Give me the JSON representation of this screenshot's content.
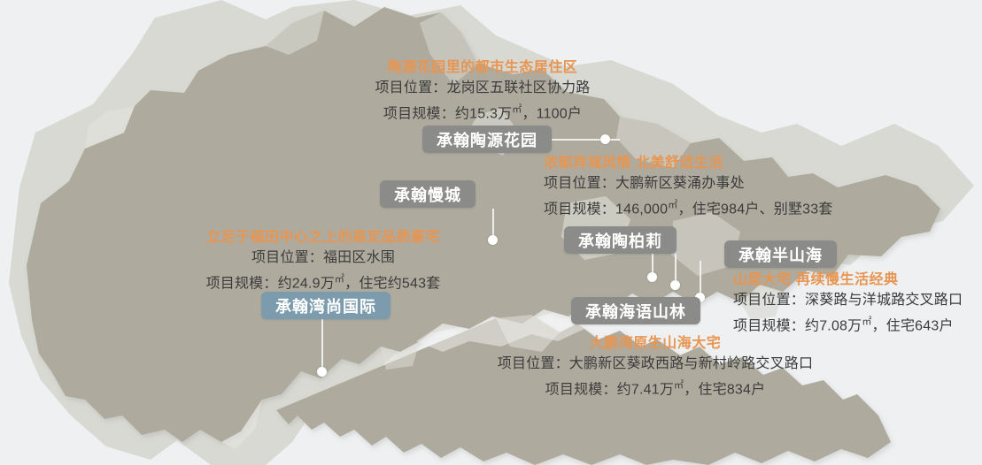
{
  "page": {
    "background_color": "#eef0f1",
    "map_fill": "#aeab9e",
    "map_edge": "#d6d6d0",
    "accent_orange": "#e89552",
    "badge_grey": "#8b8b89",
    "badge_blue": "#7c9cad",
    "body_text_color": "#3b3b3b",
    "dot_color": "#ffffff"
  },
  "labels": {
    "location_prefix": "项目位置：",
    "scale_prefix": "项目规模："
  },
  "projects": [
    {
      "id": "taoyuan-huayuan",
      "badge": "承翰陶源花园",
      "badge_style": "grey",
      "slogan": "陶源花园里的都市生态居住区",
      "location_line": "项目位置：龙岗区五联社区协力路",
      "scale_line_pre": "项目规模：约15.3万",
      "scale_unit": "㎡",
      "scale_line_post": "，1100户"
    },
    {
      "id": "mancheng",
      "badge": "承翰慢城",
      "badge_style": "grey",
      "slogan": "",
      "location_line": "",
      "scale_line_pre": "",
      "scale_unit": "",
      "scale_line_post": ""
    },
    {
      "id": "taobaili",
      "badge": "承翰陶柏莉",
      "badge_style": "grey",
      "slogan": "浓郁异域风情  北美舒适生活",
      "location_line": "项目位置：大鹏新区葵涌办事处",
      "scale_line_pre": "项目规模：146,000",
      "scale_unit": "㎡",
      "scale_line_post": "，住宅984户、别墅33套"
    },
    {
      "id": "banshanhai",
      "badge": "承翰半山海",
      "badge_style": "grey",
      "slogan": "山居大宅  再续慢生活经典",
      "location_line": "项目位置：深葵路与洋城路交叉路口",
      "scale_line_pre": "项目规模：约7.08万",
      "scale_unit": "㎡",
      "scale_line_post": "，住宅643户"
    },
    {
      "id": "wanshangguoji",
      "badge": "承翰湾尚国际",
      "badge_style": "blue",
      "slogan": "立足于福田中心之上的高定品质豪宅",
      "location_line": "项目位置：福田区水围",
      "scale_line_pre": "项目规模：约24.9万",
      "scale_unit": "㎡",
      "scale_line_post": "，住宅约543套"
    },
    {
      "id": "haiyushanlin",
      "badge": "承翰海语山林",
      "badge_style": "grey",
      "slogan": "大鹏湾原生山海大宅",
      "location_line": "项目位置：大鹏新区葵政西路与新村岭路交叉路口",
      "scale_line_pre": "项目规模：约7.41万",
      "scale_unit": "㎡",
      "scale_line_post": "，住宅834户"
    }
  ]
}
